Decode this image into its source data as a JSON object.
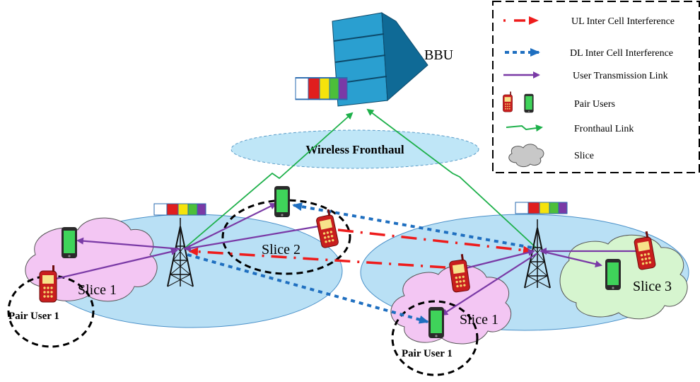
{
  "bbu_label": "BBU",
  "fronthaul_label": "Wireless Fronthaul",
  "slices": {
    "left_slice1": "Slice 1",
    "slice2": "Slice 2",
    "right_slice1": "Slice 1",
    "slice3": "Slice 3"
  },
  "pair_user_left": "Pair User 1",
  "pair_user_right": "Pair User 1",
  "legend": {
    "ul_interference": "UL Inter Cell Interference",
    "dl_interference": "DL  Inter Cell Interference",
    "user_link": "User Transmission Link",
    "pair_users": "Pair Users",
    "fronthaul_link": "Fronthaul Link",
    "slice": "Slice"
  },
  "colors": {
    "ul_red": "#ee1c1c",
    "dl_blue": "#1f6fc0",
    "user_purple": "#7a3aa6",
    "fronthaul_green": "#1db04a",
    "cell_blue": "#b9e0f5",
    "slice_pink": "#f3c6f3",
    "slice_green": "#d6f5cf",
    "server_blue": "#2a9fd0"
  }
}
